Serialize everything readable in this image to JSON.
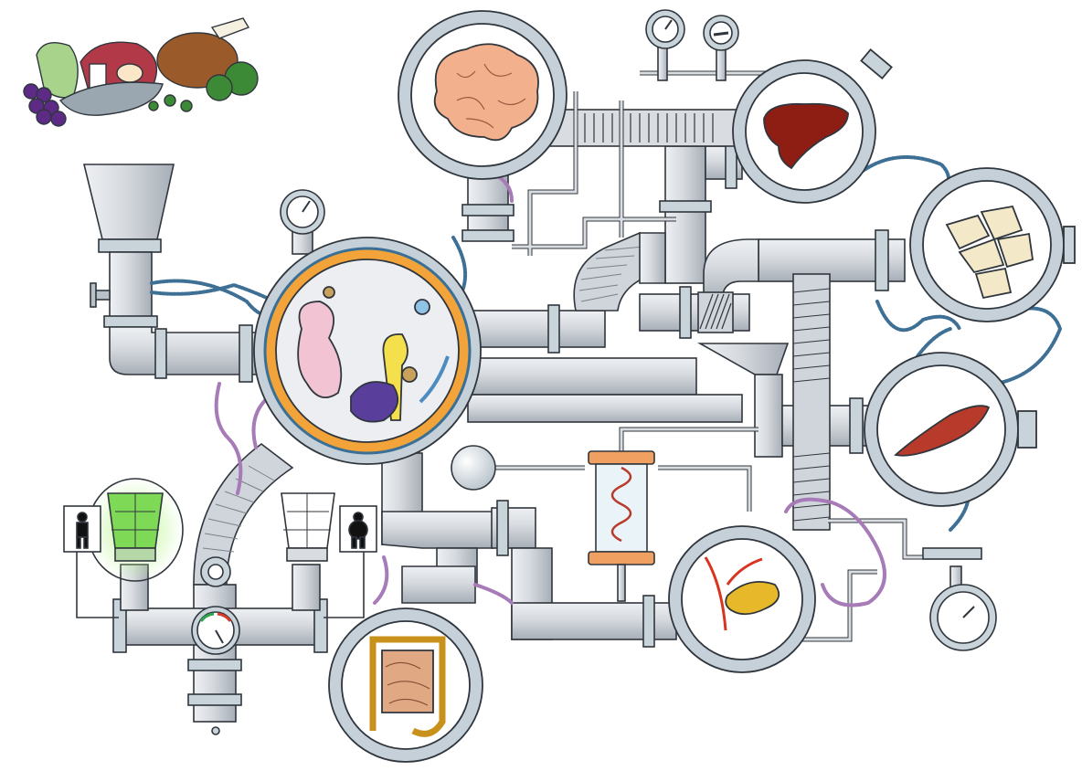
{
  "diagram": {
    "text_labels": [],
    "components": {
      "food": "food-pile",
      "funnel": "input-funnel",
      "central_chamber": "gut-microbiome",
      "organs": [
        "brain",
        "liver",
        "adipose-tissue",
        "muscle",
        "pancreas",
        "intestine"
      ],
      "indicators": [
        "lean-person-icon",
        "obese-person-icon",
        "green-lamp",
        "dark-lamp",
        "balance-gauge"
      ],
      "gauges": 5
    }
  },
  "colors": {
    "pipe": "#d9dde2",
    "pipe_shadow": "#a9b0b8",
    "pipe_outline": "#30363d",
    "bolt_ring": "#b8c7d2",
    "chamber_ring": "#f2a33a",
    "chamber_ring_edge": "#3a6f96",
    "window_bg": "#ffffff",
    "brain": "#f2b08c",
    "liver": "#8e1e14",
    "adipose": "#f3e9c9",
    "muscle": "#b83a2a",
    "pancreas": "#e7b92a",
    "intestine": "#e0a984",
    "intestine_border": "#c8911b",
    "green_lamp": "#7ed957",
    "cable": "#3e6f95",
    "purple_wire": "#a77ab8",
    "spring_tube_end": "#f0a060"
  }
}
